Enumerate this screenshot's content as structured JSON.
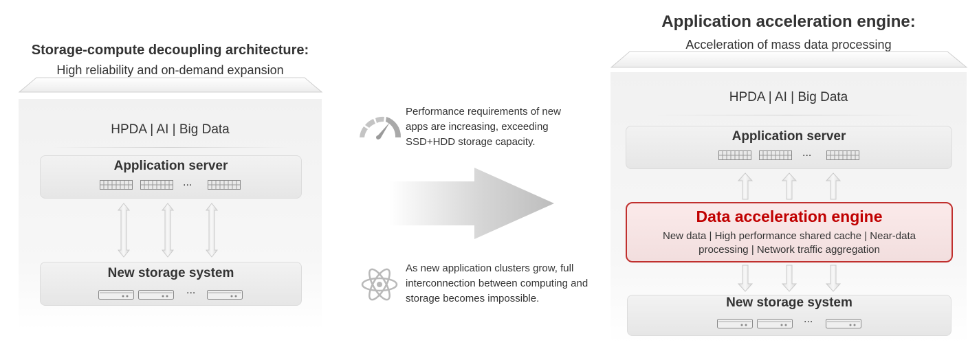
{
  "left": {
    "title": "Storage-compute decoupling architecture:",
    "subtitle": "High reliability and on-demand expansion",
    "workloads": "HPDA | AI | Big Data",
    "app_server": "Application server",
    "ellipsis": "...",
    "storage": "New storage system"
  },
  "middle": {
    "performance_text": "Performance requirements of new apps are increasing, exceeding SSD+HDD storage capacity.",
    "cluster_text": "As new application clusters grow, full interconnection between computing and storage becomes impossible."
  },
  "right": {
    "title": "Application acceleration engine:",
    "subtitle": "Acceleration of mass data processing",
    "workloads": "HPDA | AI | Big Data",
    "app_server": "Application server",
    "ellipsis": "...",
    "engine_title": "Data acceleration engine",
    "engine_features": "New data | High performance shared cache | Near-data processing | Network traffic aggregation",
    "storage": "New storage system"
  },
  "colors": {
    "accent_red": "#c00000",
    "engine_border": "#c0302e",
    "text": "#333333"
  },
  "icons": [
    "speedometer-icon",
    "atom-icon",
    "server-icon",
    "storage-drive-icon",
    "big-arrow-icon"
  ]
}
